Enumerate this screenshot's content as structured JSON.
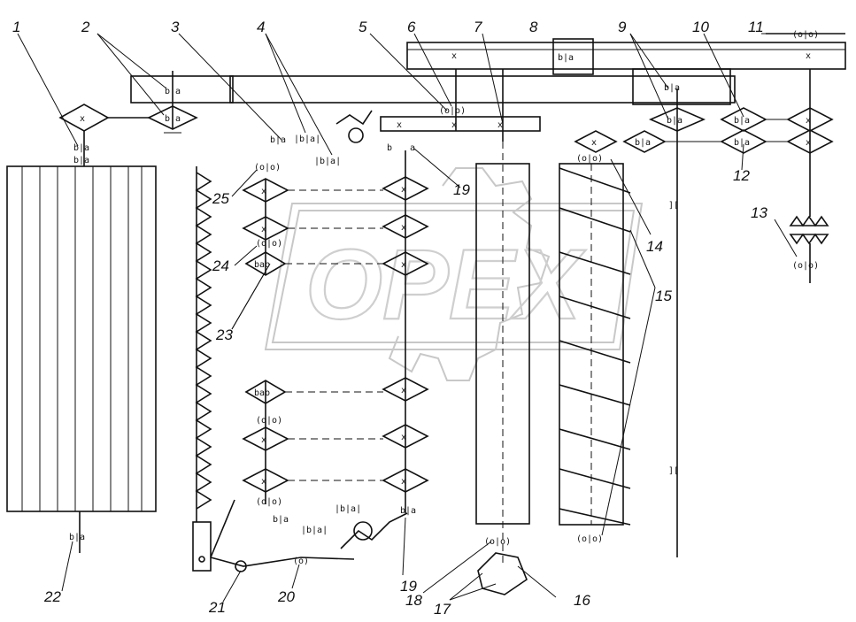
{
  "watermark": "OPEX",
  "labels": [
    "1",
    "2",
    "3",
    "4",
    "5",
    "6",
    "7",
    "8",
    "9",
    "10",
    "11",
    "12",
    "13",
    "14",
    "15",
    "16",
    "17",
    "18",
    "19",
    "19",
    "20",
    "21",
    "22",
    "23",
    "24",
    "25"
  ],
  "colors": {
    "ink": "#111111",
    "watermark": "#c8c8c8"
  }
}
